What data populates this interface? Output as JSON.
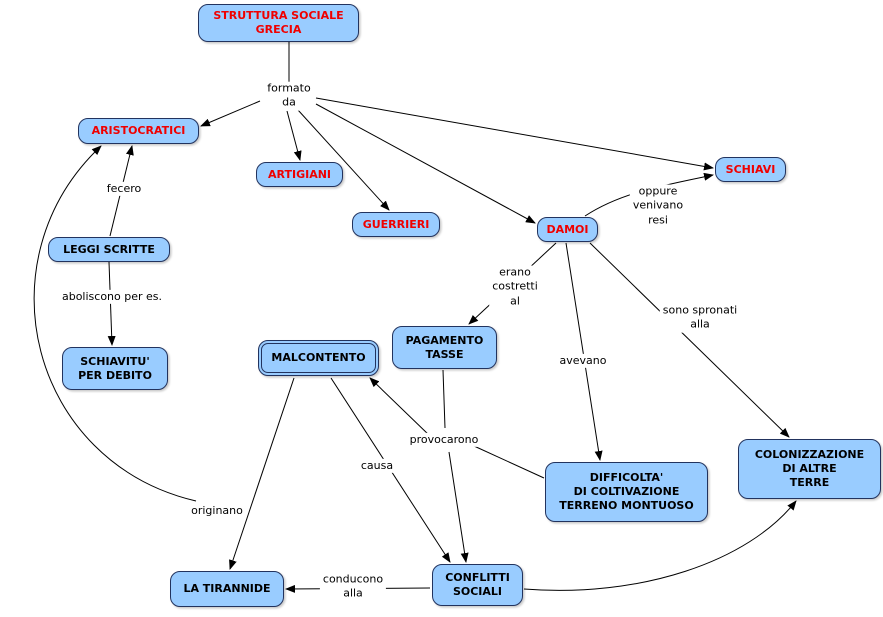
{
  "colors": {
    "canvas": "#ffffff",
    "node_fill": "#99ccff",
    "node_border": "#22335e",
    "class_text": "#f00000",
    "concept_text": "#000000",
    "edge": "#000000"
  },
  "nodes": {
    "struttura": {
      "label": "STRUTTURA SOCIALE\nGRECIA"
    },
    "aristocratici": {
      "label": "ARISTOCRATICI"
    },
    "artigiani": {
      "label": "ARTIGIANI"
    },
    "guerrieri": {
      "label": "GUERRIERI"
    },
    "damoi": {
      "label": "DAMOI"
    },
    "schiavi": {
      "label": "SCHIAVI"
    },
    "leggi_scritte": {
      "label": "LEGGI SCRITTE"
    },
    "schiavitu_debito": {
      "label": "SCHIAVITU'\nPER DEBITO"
    },
    "malcontento": {
      "label": "MALCONTENTO"
    },
    "pagamento_tasse": {
      "label": "PAGAMENTO\nTASSE"
    },
    "colonizzazione": {
      "label": "COLONIZZAZIONE\nDI ALTRE\nTERRE"
    },
    "difficolta": {
      "label": "DIFFICOLTA'\nDI COLTIVAZIONE\nTERRENO MONTUOSO"
    },
    "la_tirannide": {
      "label": "LA TIRANNIDE"
    },
    "conflitti": {
      "label": "CONFLITTI\nSOCIALI"
    }
  },
  "links": {
    "formato_da": "formato\nda",
    "fecero": "fecero",
    "aboliscono": "aboliscono per es.",
    "oppure": "oppure\nvenivano\nresi",
    "erano_costretti": "erano\ncostretti\nal",
    "avevano": "avevano",
    "sono_spronati": "sono spronati\nalla",
    "provocarono": "provocarono",
    "causa": "causa",
    "originano": "originano",
    "conducono": "conducono\nalla"
  },
  "relations": [
    {
      "from": [
        "struttura"
      ],
      "label": "formato da",
      "to": [
        "aristocratici",
        "artigiani",
        "guerrieri",
        "damoi",
        "schiavi"
      ]
    },
    {
      "from": [
        "aristocratici"
      ],
      "label": "fecero",
      "to": [
        "leggi_scritte"
      ]
    },
    {
      "from": [
        "leggi_scritte"
      ],
      "label": "aboliscono per es.",
      "to": [
        "schiavitu_debito"
      ]
    },
    {
      "from": [
        "damoi"
      ],
      "label": "oppure venivano resi",
      "to": [
        "schiavi"
      ]
    },
    {
      "from": [
        "damoi"
      ],
      "label": "erano costretti al",
      "to": [
        "pagamento_tasse"
      ]
    },
    {
      "from": [
        "damoi"
      ],
      "label": "avevano",
      "to": [
        "difficolta"
      ]
    },
    {
      "from": [
        "damoi"
      ],
      "label": "sono spronati alla",
      "to": [
        "colonizzazione"
      ]
    },
    {
      "from": [
        "pagamento_tasse",
        "difficolta"
      ],
      "label": "provocarono",
      "to": [
        "malcontento",
        "conflitti"
      ]
    },
    {
      "from": [
        "malcontento"
      ],
      "label": "causa",
      "to": [
        "conflitti"
      ]
    },
    {
      "from": [
        "malcontento"
      ],
      "label": "originano",
      "to": [
        "la_tirannide"
      ]
    },
    {
      "from": [
        "conflitti"
      ],
      "label": "conducono alla",
      "to": [
        "la_tirannide"
      ]
    },
    {
      "from": [
        "conflitti"
      ],
      "label": "",
      "to": [
        "colonizzazione"
      ]
    }
  ]
}
